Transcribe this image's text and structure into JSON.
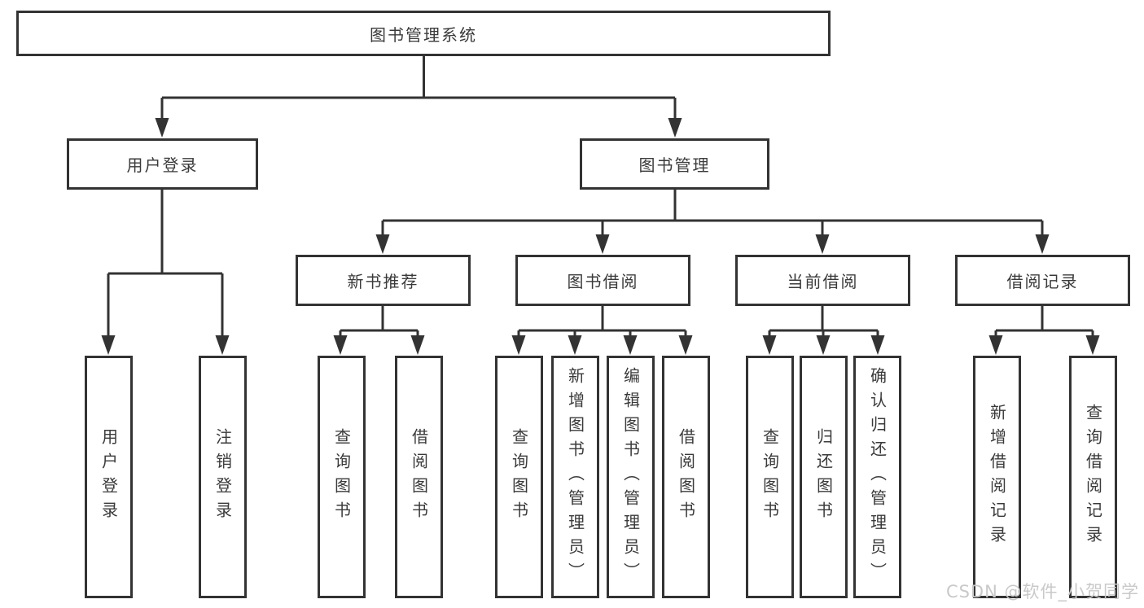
{
  "diagram": {
    "root": {
      "label": "图书管理系统"
    },
    "level2": [
      {
        "label": "用户登录",
        "parent": "图书管理系统"
      },
      {
        "label": "图书管理",
        "parent": "图书管理系统"
      }
    ],
    "level3": [
      {
        "label": "新书推荐",
        "parent": "图书管理"
      },
      {
        "label": "图书借阅",
        "parent": "图书管理"
      },
      {
        "label": "当前借阅",
        "parent": "图书管理"
      },
      {
        "label": "借阅记录",
        "parent": "图书管理"
      }
    ],
    "leaves": [
      {
        "label": "用户登录",
        "parent": "用户登录"
      },
      {
        "label": "注销登录",
        "parent": "用户登录"
      },
      {
        "label": "查询图书",
        "parent": "新书推荐"
      },
      {
        "label": "借阅图书",
        "parent": "新书推荐"
      },
      {
        "label": "查询图书",
        "parent": "图书借阅"
      },
      {
        "label": "新增图书（管理员）",
        "parent": "图书借阅"
      },
      {
        "label": "编辑图书（管理员）",
        "parent": "图书借阅"
      },
      {
        "label": "借阅图书",
        "parent": "图书借阅"
      },
      {
        "label": "查询图书",
        "parent": "当前借阅"
      },
      {
        "label": "归还图书",
        "parent": "当前借阅"
      },
      {
        "label": "确认归还（管理员）",
        "parent": "当前借阅"
      },
      {
        "label": "新增借阅记录",
        "parent": "借阅记录"
      },
      {
        "label": "查询借阅记录",
        "parent": "借阅记录"
      }
    ]
  },
  "watermark": "CSDN @软件_小贺同学",
  "colors": {
    "line": "#333333",
    "text": "#3a3a3a",
    "watermark": "#c9c9c9"
  }
}
